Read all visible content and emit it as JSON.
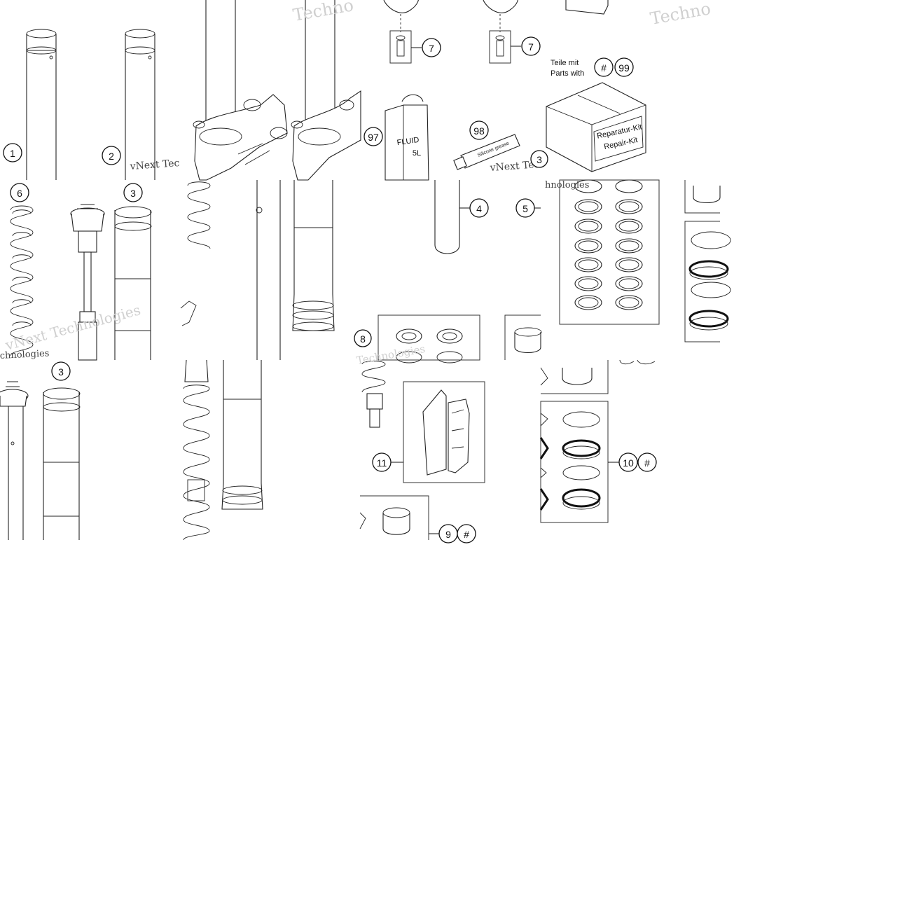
{
  "callouts": [
    "1",
    "2",
    "3",
    "4",
    "5",
    "6",
    "7",
    "8",
    "9",
    "10",
    "11",
    "97",
    "98",
    "99",
    "#"
  ],
  "kit_note": {
    "line1": "Teile mit",
    "line2": "Parts with"
  },
  "fluid_label": {
    "line1": "FLUID",
    "line2": "5L"
  },
  "repair_kit_label": {
    "line1": "Reparatur-Kit",
    "line2": "Repair-Kit"
  },
  "grease_label": "Silicone grease",
  "watermarks": {
    "brand": "vNext Technologies",
    "short": "vNext Tec",
    "tail": "hnologies",
    "tail2": "Technologies",
    "tail3": "chnologies",
    "techno": "Techno"
  }
}
